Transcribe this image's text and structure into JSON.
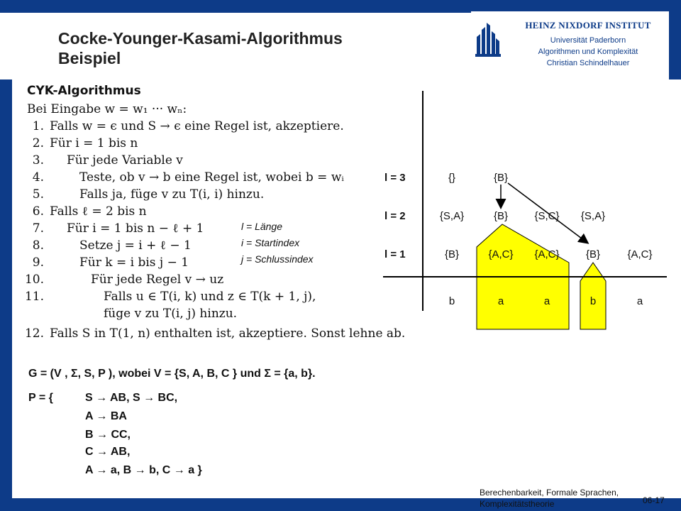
{
  "header": {
    "title_line1": "Cocke-Younger-Kasami-Algorithmus",
    "title_line2": "Beispiel",
    "institute": "HEINZ NIXDORF INSTITUT",
    "university": "Universität Paderborn",
    "group": "Algorithmen und Komplexität",
    "author": "Christian Schindelhauer"
  },
  "algorithm": {
    "title": "CYK-Algorithmus",
    "intro": "Bei Eingabe w = w₁ ··· wₙ:",
    "lines": [
      {
        "num": "1.",
        "text": "Falls w = ϵ und S → ϵ eine Regel ist, akzeptiere."
      },
      {
        "num": "2.",
        "text": "Für i = 1 bis n"
      },
      {
        "num": "3.",
        "text": "Für jede Variable v"
      },
      {
        "num": "4.",
        "text": "Teste, ob v → b eine Regel ist, wobei b = wᵢ"
      },
      {
        "num": "5.",
        "text": "Falls ja, füge v zu T(i, i) hinzu."
      },
      {
        "num": "6.",
        "text": "Falls ℓ = 2 bis n"
      },
      {
        "num": "7.",
        "text": "Für i = 1 bis n − ℓ + 1"
      },
      {
        "num": "8.",
        "text": "Setze j = i + ℓ − 1"
      },
      {
        "num": "9.",
        "text": "Für k = i bis j − 1"
      },
      {
        "num": "10.",
        "text": "Für jede Regel v → uz"
      },
      {
        "num": "11.",
        "text": "Falls u ∈ T(i, k) und z ∈ T(k + 1, j),"
      },
      {
        "num": "",
        "text": "füge v zu T(i, j) hinzu."
      },
      {
        "num": "12.",
        "text": "Falls S in T(1, n) enthalten ist, akzeptiere. Sonst lehne ab."
      }
    ]
  },
  "notes": {
    "l": "l = Länge",
    "i": "i = Startindex",
    "j": "j = Schlussindex"
  },
  "table": {
    "row_labels": [
      "l = 3",
      "l = 2",
      "l = 1"
    ],
    "rows": [
      [
        "{}",
        "{B}"
      ],
      [
        "{S,A}",
        "{B}",
        "{S,C}",
        "{S,A}"
      ],
      [
        "{B}",
        "{A,C}",
        "{A,C}",
        "{B}",
        "{A,C}"
      ]
    ],
    "input": [
      "b",
      "a",
      "a",
      "b",
      "a"
    ],
    "highlight_color": "#ffff00"
  },
  "grammar": {
    "definition": "G = (V , Σ, S, P ), wobei V = {S, A, B, C } und Σ = {a, b}.",
    "p_label": "P = {",
    "rules": [
      "S → AB, S → BC,",
      "A → BA",
      "B → CC,",
      "C → AB,",
      "A → a, B → b, C → a }"
    ]
  },
  "footer": {
    "line1": "Berechenbarkeit, Formale Sprachen,",
    "line2": "Komplexitätstheorie",
    "page": "06-17"
  }
}
